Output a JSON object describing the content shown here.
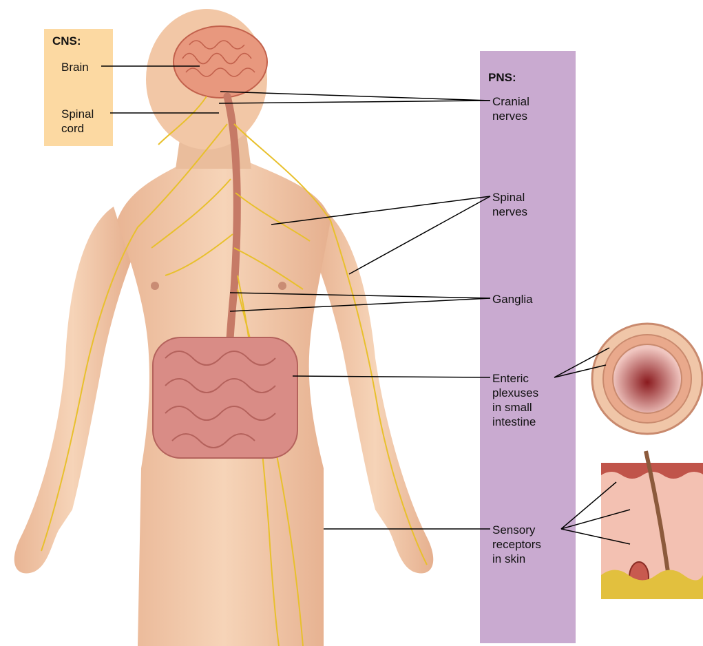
{
  "colors": {
    "cns_panel": "#fcd9a2",
    "pns_panel": "#c9aad0",
    "skin": "#f2c7a6",
    "nerve": "#e8c02c",
    "spinal_cord": "#c67a66",
    "brain": "#e8987e",
    "intestine": "#d98c86",
    "leader_line": "#000000"
  },
  "cns": {
    "heading": "CNS:",
    "items": [
      {
        "label": "Brain"
      },
      {
        "label": "Spinal\ncord"
      }
    ]
  },
  "pns": {
    "heading": "PNS:",
    "items": [
      {
        "label": "Cranial\nnerves"
      },
      {
        "label": "Spinal\nnerves"
      },
      {
        "label": "Ganglia"
      },
      {
        "label": "Enteric\nplexuses\nin small\nintestine"
      },
      {
        "label": "Sensory\nreceptors\nin skin"
      }
    ]
  },
  "insets": [
    {
      "name": "small-intestine-cross-section"
    },
    {
      "name": "skin-section"
    }
  ]
}
